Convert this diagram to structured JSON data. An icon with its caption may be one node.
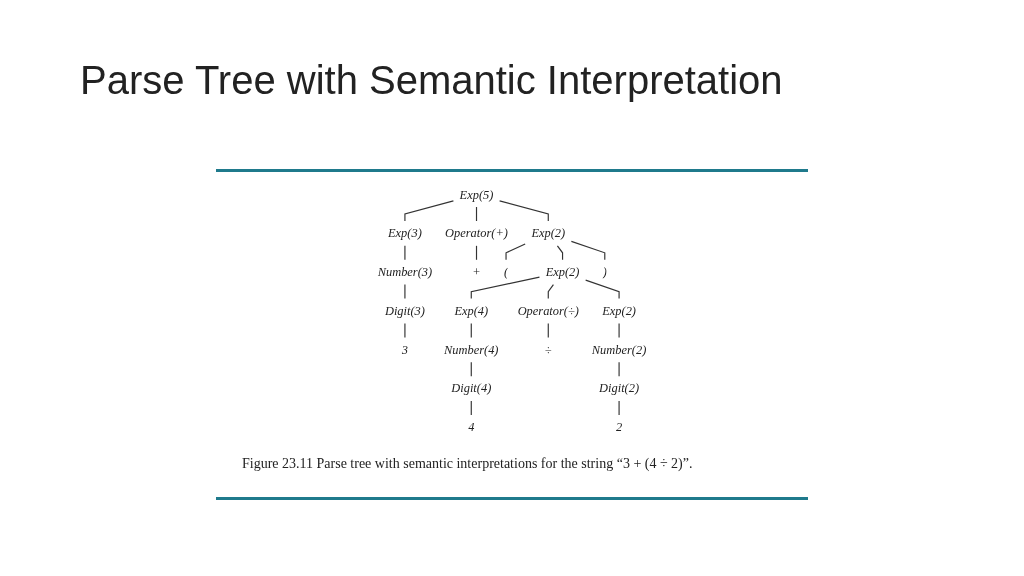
{
  "diagram": {
    "title": "Parse Tree with Semantic Interpretation",
    "caption": "Figure 23.11 Parse tree with semantic interpretations for the string “3 + (4 ÷ 2)”.",
    "nodes": [
      {
        "text": [
          "Exp(5)"
        ]
      },
      {
        "text": [
          "Exp(2)"
        ]
      },
      {
        "text": [
          "Exp(2)"
        ]
      },
      {
        "text": [
          "Exp(3)"
        ]
      },
      {
        "text": [
          "Exp(4)"
        ]
      },
      {
        "text": [
          "Exp(2)"
        ]
      },
      {
        "text": [
          "Number(3)"
        ]
      },
      {
        "text": [
          "Number(4)"
        ]
      },
      {
        "text": [
          "Number(2)"
        ]
      },
      {
        "text": [
          "Digit(3)"
        ]
      },
      {
        "text": [
          "Operator(+)"
        ]
      },
      {
        "text": [
          "Digit(4)"
        ]
      },
      {
        "text": [
          "Operator(÷)"
        ]
      },
      {
        "text": [
          "Digit(2)"
        ]
      },
      {
        "text": [
          "3"
        ]
      },
      {
        "text": [
          "+"
        ]
      },
      {
        "text": [
          "("
        ]
      },
      {
        "text": [
          "4"
        ]
      },
      {
        "text": [
          "÷"
        ]
      },
      {
        "text": [
          "2"
        ]
      },
      {
        "text": [
          ")"
        ]
      }
    ],
    "edges": [
      {
        "from": 0,
        "to": 3,
        "arrow": "none"
      },
      {
        "from": 0,
        "to": 10,
        "arrow": "none"
      },
      {
        "from": 0,
        "to": 1,
        "arrow": "none"
      },
      {
        "from": 1,
        "to": 16,
        "arrow": "none"
      },
      {
        "from": 1,
        "to": 2,
        "arrow": "none"
      },
      {
        "from": 1,
        "to": 20,
        "arrow": "none"
      },
      {
        "from": 2,
        "to": 4,
        "arrow": "none"
      },
      {
        "from": 2,
        "to": 12,
        "arrow": "none"
      },
      {
        "from": 2,
        "to": 5,
        "arrow": "none"
      },
      {
        "from": 3,
        "to": 6,
        "arrow": "none"
      },
      {
        "from": 6,
        "to": 9,
        "arrow": "none"
      },
      {
        "from": 9,
        "to": 14,
        "arrow": "none"
      },
      {
        "from": 10,
        "to": 15,
        "arrow": "none"
      },
      {
        "from": 4,
        "to": 7,
        "arrow": "none"
      },
      {
        "from": 7,
        "to": 11,
        "arrow": "none"
      },
      {
        "from": 11,
        "to": 17,
        "arrow": "none"
      },
      {
        "from": 12,
        "to": 18,
        "arrow": "none"
      },
      {
        "from": 5,
        "to": 8,
        "arrow": "none"
      },
      {
        "from": 8,
        "to": 13,
        "arrow": "none"
      },
      {
        "from": 13,
        "to": 19,
        "arrow": "none"
      }
    ]
  }
}
